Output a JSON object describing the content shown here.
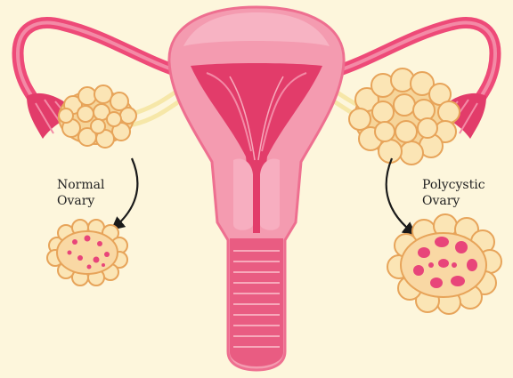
{
  "labels": {
    "normal_line1": "Normal",
    "normal_line2": "Ovary",
    "poly_line1": "Polycystic",
    "poly_line2": "Ovary"
  },
  "colors": {
    "background": "#fdf6dc",
    "uterus_light": "#f49bb0",
    "uterus_mid": "#ee6f90",
    "uterus_dark": "#e23c6a",
    "tube": "#ee4a78",
    "follicle_fill": "#fbe5b5",
    "follicle_stroke": "#e7a45a",
    "cyst": "#e8457a",
    "ligament": "#f6e7a8",
    "arrow": "#1a1a1a"
  },
  "icons": [
    "curved-arrow-icon"
  ]
}
